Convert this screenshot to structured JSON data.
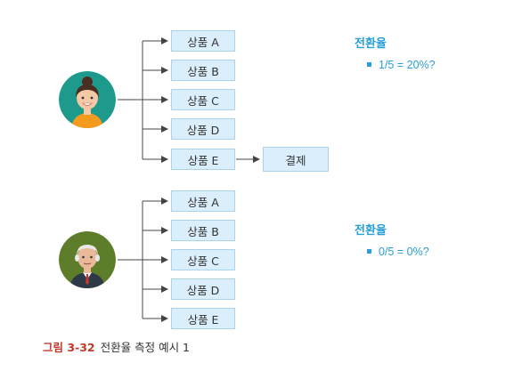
{
  "top_products": [
    "상품 A",
    "상품 B",
    "상품 C",
    "상품 D",
    "상품 E"
  ],
  "top_payment": "결제",
  "top_rate": {
    "title": "전환율",
    "formula": "1/5 = 20%?"
  },
  "bottom_products": [
    "상품 A",
    "상품 B",
    "상품 C",
    "상품 D",
    "상품 E"
  ],
  "bottom_rate": {
    "title": "전환율",
    "formula": "0/5 = 0%?"
  },
  "caption": {
    "figure": "그림 3-32",
    "text": "전환율 측정 예시 1"
  },
  "colors": {
    "accent": "#2a9ed8",
    "box_fill": "#dbeefb",
    "box_border": "#a9d3ee",
    "caption_red": "#c0392b"
  },
  "icons": {
    "top_user": "young-woman-avatar",
    "bottom_user": "elderly-man-avatar"
  }
}
